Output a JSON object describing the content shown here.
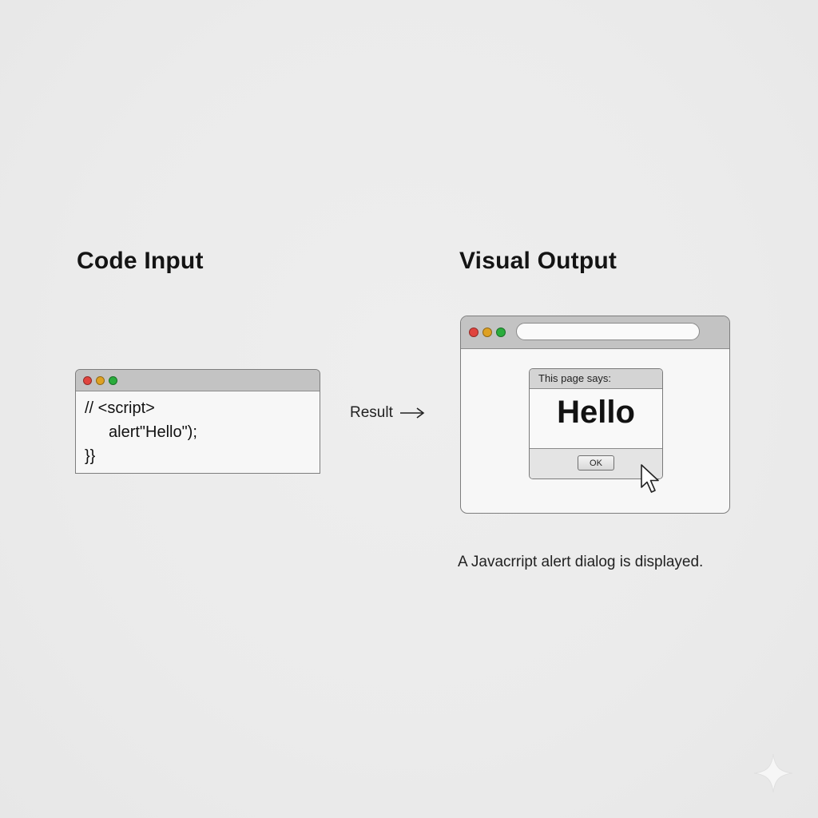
{
  "headings": {
    "left": "Code Input",
    "right": "Visual Output"
  },
  "code": {
    "lines": [
      "// <script>",
      "alert\"Hello\");",
      "}}"
    ]
  },
  "result": {
    "label": "Result",
    "arrow_icon": "right-arrow-icon"
  },
  "browser": {
    "dialog": {
      "header": "This page says:",
      "message": "Hello",
      "ok_label": "OK"
    },
    "cursor_icon": "mouse-pointer-icon"
  },
  "caption": "A Javacrript alert dialog is displayed.",
  "colors": {
    "background": "#ebebeb",
    "dot_red": "#e0443e",
    "dot_yellow": "#dea123",
    "dot_green": "#2aac3c",
    "chrome": "#c3c3c3"
  },
  "decorations": {
    "corner_icon": "sparkle-icon"
  }
}
